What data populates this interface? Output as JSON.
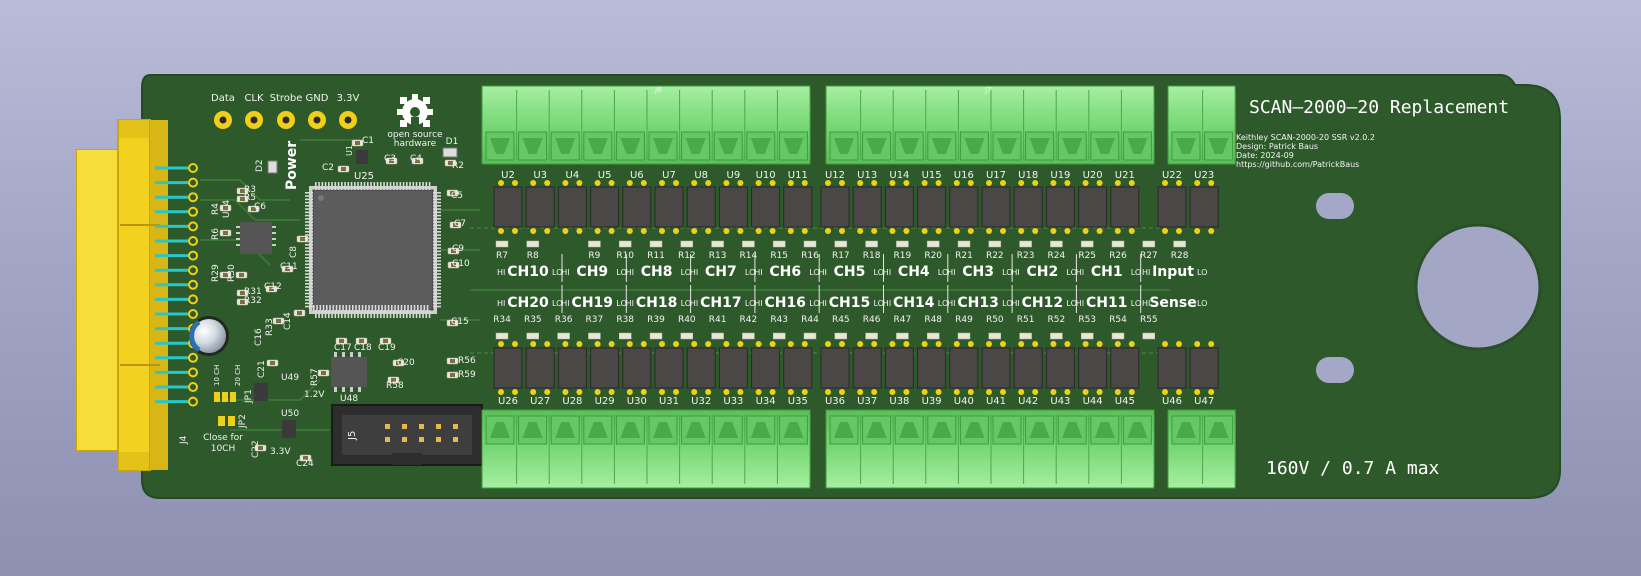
{
  "board": {
    "title": "SCAN–2000–20 Replacement",
    "rating": "160V / 0.7 A max",
    "info": [
      "Keithley SCAN-2000-20 SSR v2.0.2",
      "Design: Patrick Baus",
      "Date: 2024-09",
      "https://github.com/PatrickBaus"
    ],
    "header_pins": [
      "Data",
      "CLK",
      "Strobe",
      "GND",
      "3.3V"
    ],
    "oshw": [
      "open source",
      "hardware"
    ],
    "power_label": "Power",
    "close_for": [
      "Close for",
      "10CH"
    ],
    "jumper_labels": [
      "10 CH",
      "20 CH"
    ],
    "connector_refs": [
      "J4",
      "J5",
      "J6",
      "J7"
    ]
  },
  "channels_top": [
    "CH10",
    "CH9",
    "CH8",
    "CH7",
    "CH6",
    "CH5",
    "CH4",
    "CH3",
    "CH2",
    "CH1",
    "Input"
  ],
  "channels_bottom": [
    "CH20",
    "CH19",
    "CH18",
    "CH17",
    "CH16",
    "CH15",
    "CH14",
    "CH13",
    "CH12",
    "CH11",
    "Sense"
  ],
  "hi_label": "HI",
  "lo_label": "LO",
  "relays_top": [
    "U2",
    "U3",
    "U4",
    "U5",
    "U6",
    "U7",
    "U8",
    "U9",
    "U10",
    "U11",
    "U12",
    "U13",
    "U14",
    "U15",
    "U16",
    "U17",
    "U18",
    "U19",
    "U20",
    "U21",
    "U22",
    "U23"
  ],
  "relays_bottom": [
    "U26",
    "U27",
    "U28",
    "U29",
    "U30",
    "U31",
    "U32",
    "U33",
    "U34",
    "U35",
    "U36",
    "U37",
    "U38",
    "U39",
    "U40",
    "U41",
    "U42",
    "U43",
    "U44",
    "U45",
    "U46",
    "U47"
  ],
  "resistors_top": [
    "R7",
    "R8",
    "",
    "R9",
    "R10",
    "R11",
    "R12",
    "R13",
    "R14",
    "R15",
    "R16",
    "R17",
    "R18",
    "R19",
    "R20",
    "R21",
    "R22",
    "R23",
    "R24",
    "R25",
    "R26",
    "R27",
    "R28"
  ],
  "resistors_bottom": [
    "R34",
    "R35",
    "R36",
    "R37",
    "R38",
    "R39",
    "R40",
    "R41",
    "R42",
    "R43",
    "R44",
    "R45",
    "R46",
    "R47",
    "R48",
    "R49",
    "R50",
    "R51",
    "R52",
    "R53",
    "R54",
    "R55"
  ],
  "parts": {
    "U25": "U25",
    "U24": "U24",
    "U1": "U1",
    "U48": "U48",
    "U49": "U49",
    "U50": "U50",
    "D1": "D1",
    "D2": "D2",
    "C1": "C1",
    "C2": "C2",
    "C3": "C3",
    "C4": "C4",
    "C5": "C5",
    "C6": "C6",
    "C7": "C7",
    "C8": "C8",
    "C9": "C9",
    "C10": "C10",
    "C11": "C11",
    "C12": "C12",
    "C14": "C14",
    "C15": "C15",
    "C16": "C16",
    "C17": "C17",
    "C18": "C18",
    "C19": "C19",
    "C20": "C20",
    "C21": "C21",
    "C22": "C22",
    "C24": "C24",
    "R2": "R2",
    "R3": "R3",
    "R4": "R4",
    "R5": "R5",
    "R6": "R6",
    "R29": "R29",
    "R30": "R30",
    "R31": "R31",
    "R32": "R32",
    "R33": "R33",
    "R56": "R56",
    "R57": "R57",
    "R58": "R58",
    "R59": "R59",
    "JP1": "JP1",
    "JP2": "JP2",
    "v12": "1.2V",
    "v33": "3.3V"
  },
  "colors": {
    "pcb": "#2f5a2c",
    "terminal": "#7ddb7a",
    "gold_connector": "#f2d21e",
    "relay": "#4a4646"
  }
}
